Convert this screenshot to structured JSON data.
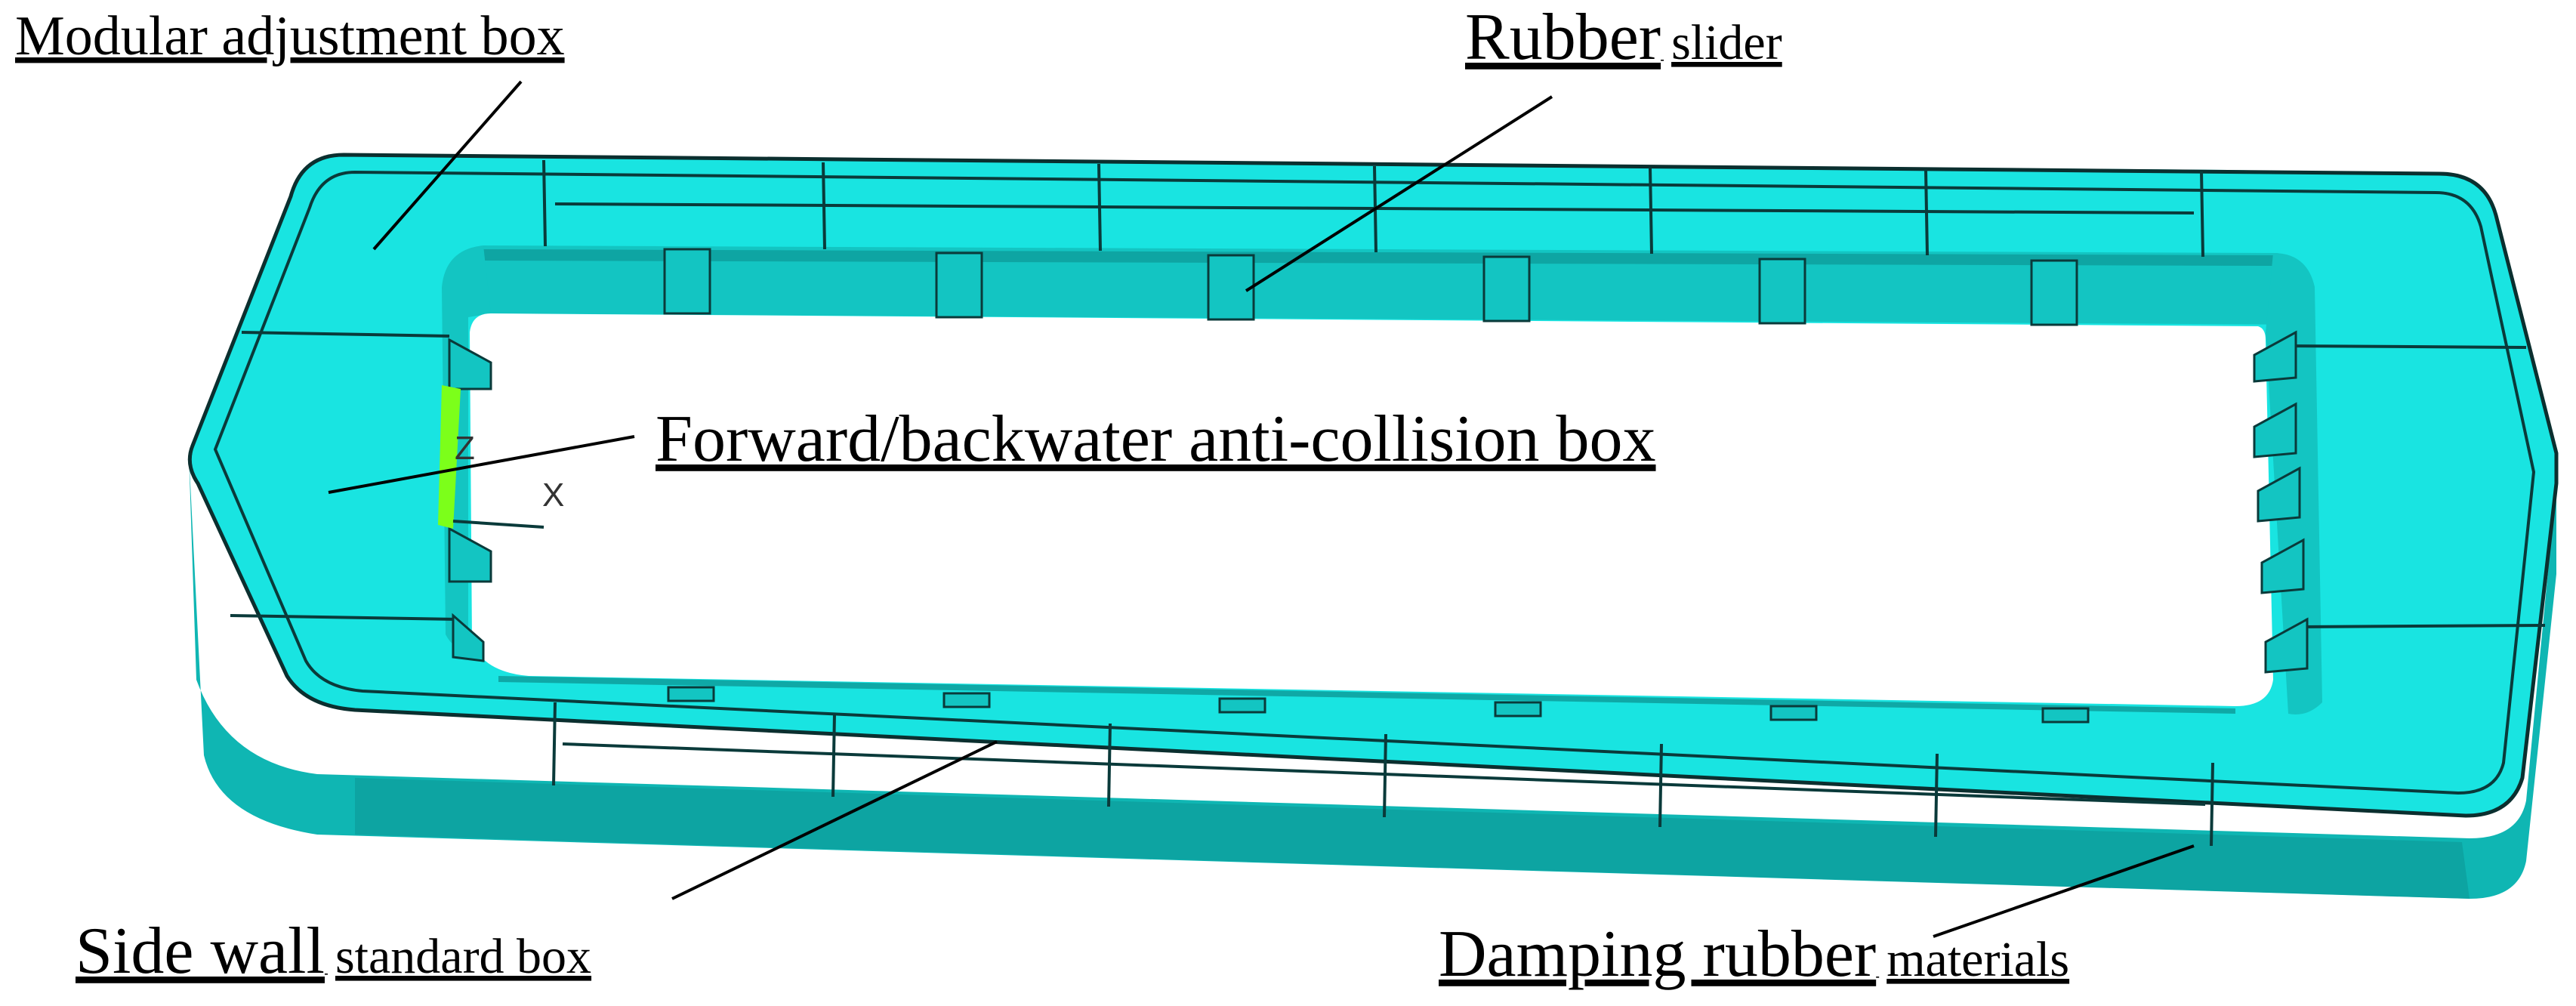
{
  "labels": {
    "modular_box": "Modular adjustment box",
    "rubber_slider_main": "Rubber",
    "rubber_slider_sub": "slider",
    "forward_box": "Forward/backwater anti-collision box",
    "side_wall_main": "Side wall",
    "side_wall_sub": "standard box",
    "damping_main": "Damping rubber",
    "damping_sub": "materials"
  },
  "axis": {
    "x_label": "X",
    "z_label": "Z"
  },
  "colors": {
    "model_top": "#19e4e1",
    "model_side": "#0fb6b3",
    "model_dark": "#0c8f8d",
    "seam": "#0a3a3a",
    "triad_green": "#7cff1a"
  }
}
